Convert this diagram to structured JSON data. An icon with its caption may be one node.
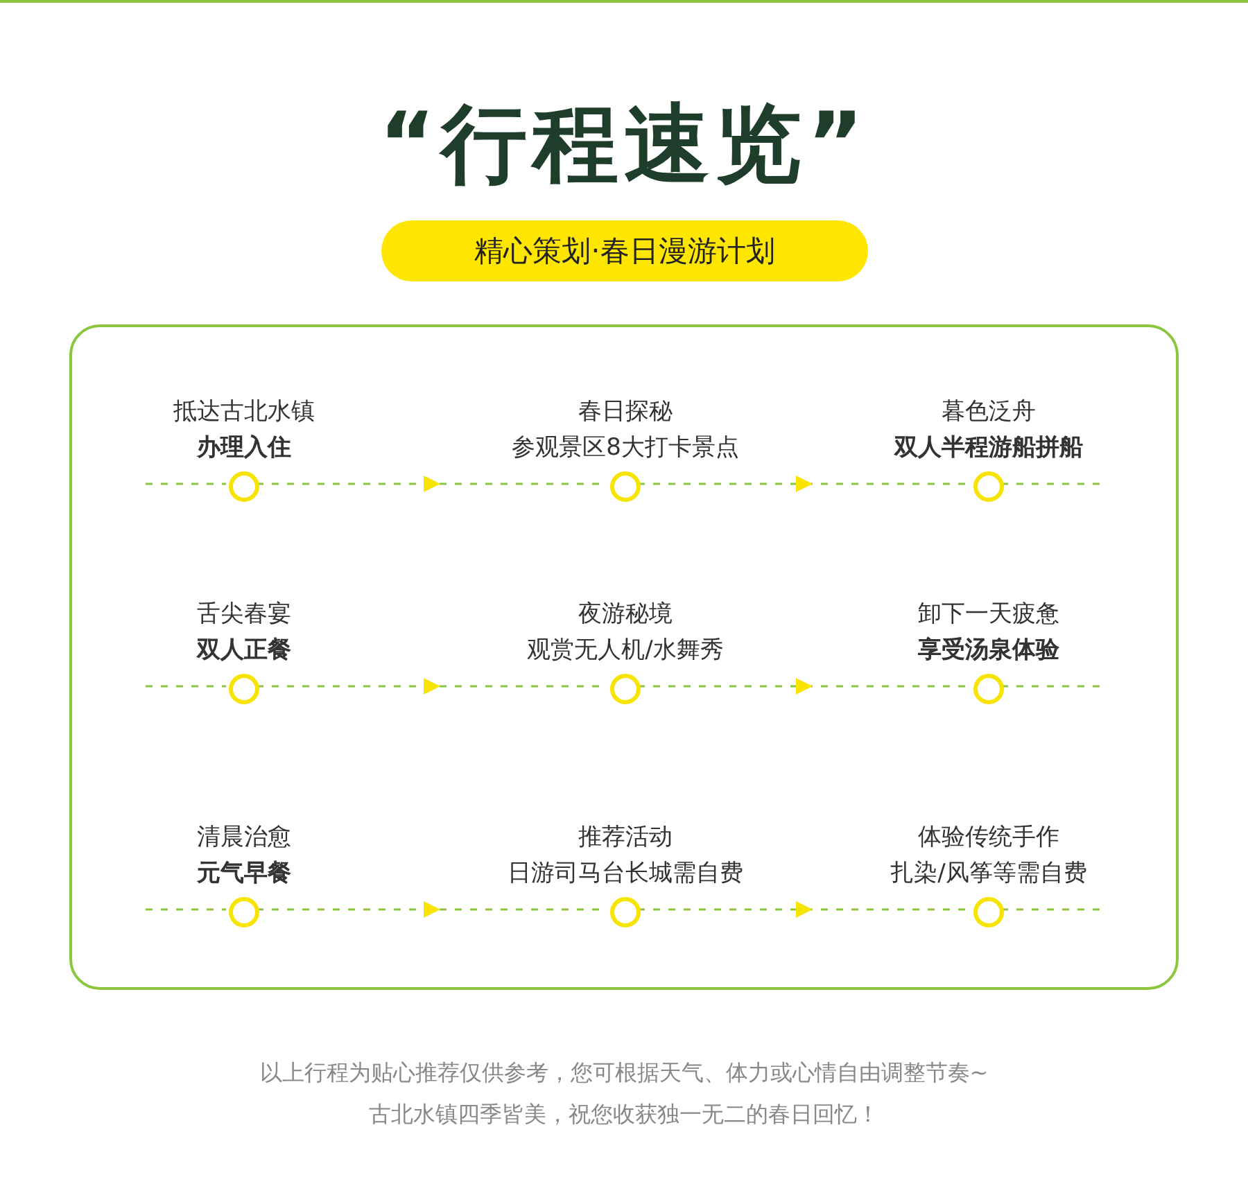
{
  "diagram": {
    "title": "“行程速览”",
    "nodes": [
      {
        "text": [
          "精心策划·春日漫游计划"
        ]
      },
      {
        "text": [],
        "shape": "box"
      },
      {
        "text": [],
        "shape": "circle",
        "in": 1,
        "beside": [
          "抵达古北水镇",
          "**办理入住**"
        ]
      },
      {
        "text": [],
        "shape": "circle",
        "in": 1,
        "beside": [
          "春日探秘",
          "参观景区8大打卡景点"
        ]
      },
      {
        "text": [],
        "shape": "circle",
        "in": 1,
        "beside": [
          "暮色泛舟",
          "**双人半程游船拼船**"
        ]
      },
      {
        "text": [],
        "shape": "circle",
        "in": 1,
        "beside": [
          "舌尖春宴",
          "**双人正餐**"
        ]
      },
      {
        "text": [],
        "shape": "circle",
        "in": 1,
        "beside": [
          "夜游秘境",
          "观赏无人机/水舞秀"
        ]
      },
      {
        "text": [],
        "shape": "circle",
        "in": 1,
        "beside": [
          "卸下一天疲惫",
          "**享受汤泉体验**"
        ]
      },
      {
        "text": [],
        "shape": "circle",
        "in": 1,
        "beside": [
          "清晨治愈",
          "**元气早餐**"
        ]
      },
      {
        "text": [],
        "shape": "circle",
        "in": 1,
        "beside": [
          "推荐活动",
          "日游司马台长城需自费"
        ]
      },
      {
        "text": [],
        "shape": "circle",
        "in": 1,
        "beside": [
          "体验传统手作",
          "扎染/风筝等需自费"
        ]
      }
    ],
    "edges": [
      {
        "from": 2,
        "to": 3,
        "arrow": "to",
        "style": "dashed"
      },
      {
        "from": 3,
        "to": 4,
        "arrow": "to",
        "style": "dashed"
      },
      {
        "from": 5,
        "to": 6,
        "arrow": "to",
        "style": "dashed"
      },
      {
        "from": 6,
        "to": 7,
        "arrow": "to",
        "style": "dashed"
      },
      {
        "from": 8,
        "to": 9,
        "arrow": "to",
        "style": "dashed"
      },
      {
        "from": 9,
        "to": 10,
        "arrow": "to",
        "style": "dashed"
      }
    ],
    "labels": [
      "以上行程为贴心推荐仅供参考，您可根据天气、体力或心情自由调整节奏~",
      "古北水镇四季皆美，祝您收获独一无二的春日回忆！"
    ]
  }
}
